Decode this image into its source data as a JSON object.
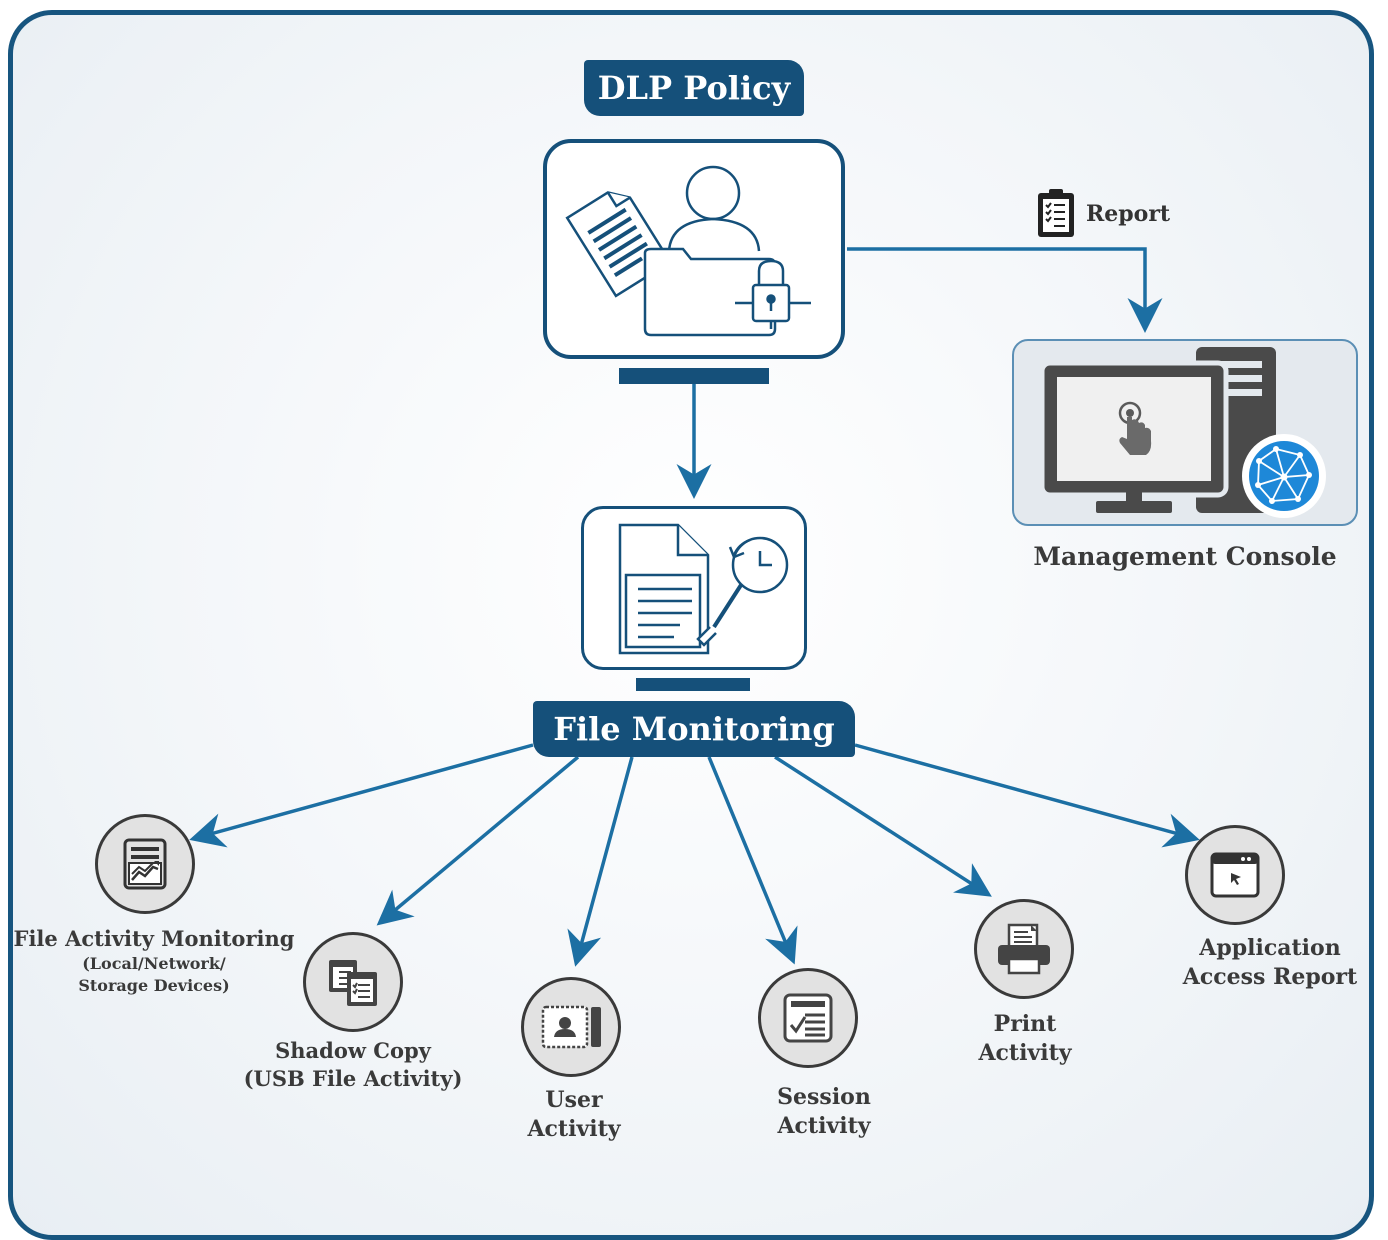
{
  "policy": {
    "title": "DLP Policy"
  },
  "report": {
    "label": "Report"
  },
  "console": {
    "label": "Management Console"
  },
  "monitoring": {
    "title": "File Monitoring"
  },
  "activities": [
    {
      "line1": "File Activity Monitoring",
      "line2": "(Local/Network/",
      "line3": "Storage Devices)",
      "icon": "activity-chart-icon"
    },
    {
      "line1": "Shadow Copy",
      "line2": "(USB File Activity)",
      "icon": "shadow-copy-icon"
    },
    {
      "line1": "User",
      "line2": "Activity",
      "icon": "user-id-card-icon"
    },
    {
      "line1": "Session",
      "line2": "Activity",
      "icon": "checklist-icon"
    },
    {
      "line1": "Print",
      "line2": "Activity",
      "icon": "printer-icon"
    },
    {
      "line1": "Application",
      "line2": "Access Report",
      "icon": "app-window-icon"
    }
  ],
  "colors": {
    "navy": "#15507a",
    "arrow": "#1c6fa3",
    "border": "#17557f",
    "text": "#3a3a3a",
    "globe": "#1e88d8"
  }
}
